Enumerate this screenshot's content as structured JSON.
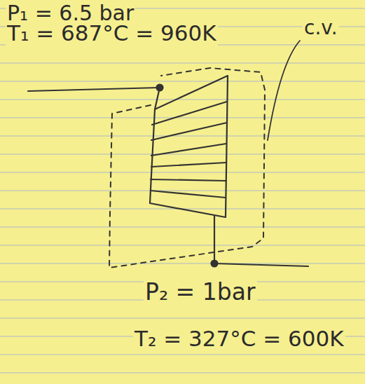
{
  "diagram": {
    "labels": [
      "P₁ = 6.5 bar",
      "T₁ = 687°C = 960K",
      "c.v.",
      "P₂ = 1bar",
      "T₂ = 327°C = 600K"
    ]
  }
}
